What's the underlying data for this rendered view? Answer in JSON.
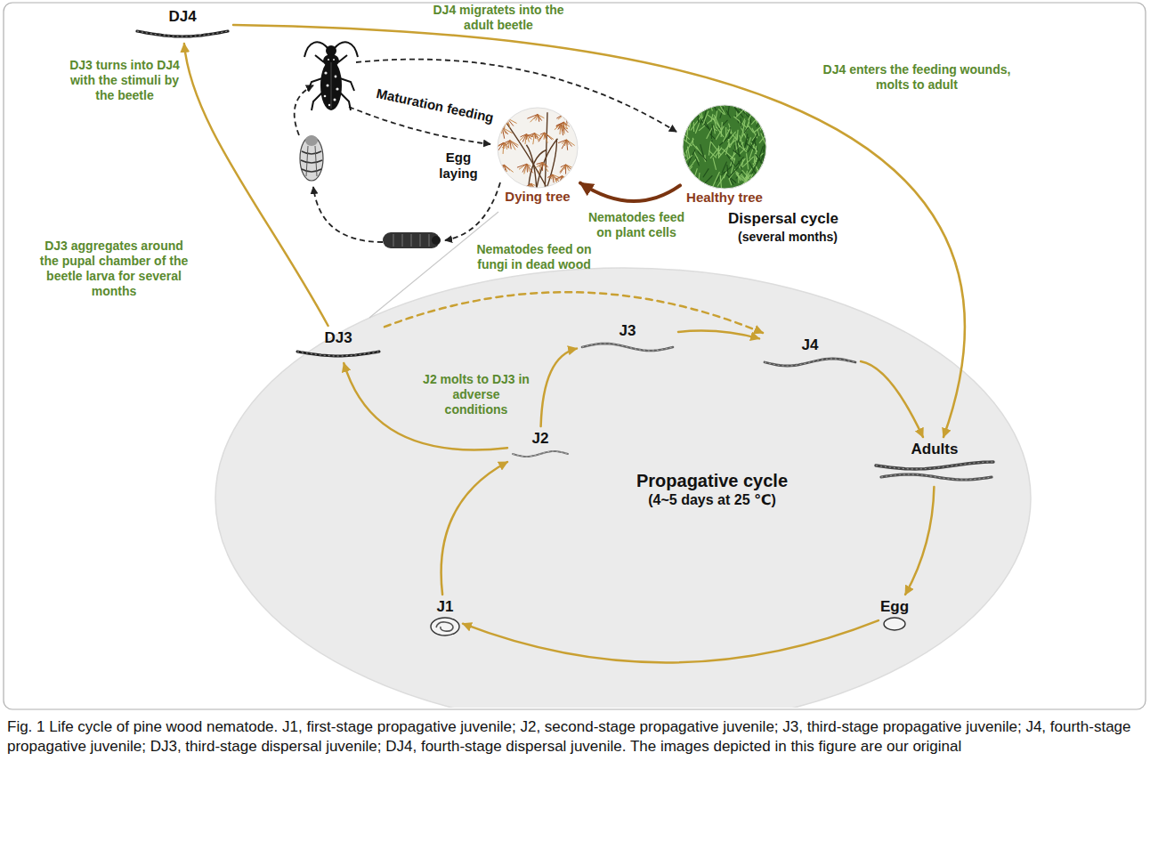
{
  "diagram": {
    "caption": "Fig. 1 Life cycle of pine wood nematode. J1, first-stage propagative juvenile; J2, second-stage propagative juvenile; J3, third-stage propagative juvenile; J4, fourth-stage propagative juvenile; DJ3, third-stage dispersal juvenile; DJ4, fourth-stage dispersal juvenile. The images depicted in this figure are our original",
    "nodes": [
      {
        "text": [
          "Propagative cycle",
          "(4~5 days at 25 ℃)"
        ]
      },
      {
        "text": [
          "Egg"
        ],
        "in": 0
      },
      {
        "text": [
          "J1"
        ],
        "in": 0
      },
      {
        "text": [
          "J2"
        ],
        "in": 0
      },
      {
        "text": [
          "J3"
        ],
        "in": 0
      },
      {
        "text": [
          "J4"
        ],
        "in": 0
      },
      {
        "text": [
          "Adults"
        ],
        "in": 0
      },
      {
        "text": [
          "DJ3"
        ],
        "in": 0
      },
      {
        "text": [
          "DJ4"
        ]
      },
      {
        "text": [
          "Healthy tree"
        ]
      },
      {
        "text": [
          "Dying tree"
        ]
      }
    ],
    "edges": [
      {
        "from": 1,
        "to": 2,
        "arrow": "to"
      },
      {
        "from": 2,
        "to": 3,
        "arrow": "to"
      },
      {
        "from": 3,
        "to": 4,
        "arrow": "to"
      },
      {
        "from": 4,
        "to": 5,
        "arrow": "to"
      },
      {
        "from": 5,
        "to": 6,
        "arrow": "to"
      },
      {
        "from": 6,
        "to": 1,
        "arrow": "to"
      },
      {
        "from": 3,
        "to": 7,
        "arrow": "to"
      },
      {
        "from": 7,
        "to": 5,
        "arrow": "to"
      },
      {
        "from": 7,
        "to": 8,
        "arrow": "to"
      },
      {
        "from": 8,
        "to": 6,
        "arrow": "to"
      },
      {
        "from": 9,
        "to": 10,
        "arrow": "to"
      }
    ],
    "labels": [
      "DJ4 migratets into the adult beetle",
      "DJ3 turns into DJ4 with the stimuli by the beetle",
      "DJ4 enters the feeding wounds, molts to adult",
      "Maturation feeding",
      "Egg laying",
      "Nematodes feed on plant cells",
      "Nematodes feed on fungi in dead wood",
      "Dispersal cycle",
      "(several months)",
      "DJ3 aggregates around the pupal chamber of the beetle larva for several months",
      "J2 molts to DJ3 in adverse conditions"
    ]
  }
}
